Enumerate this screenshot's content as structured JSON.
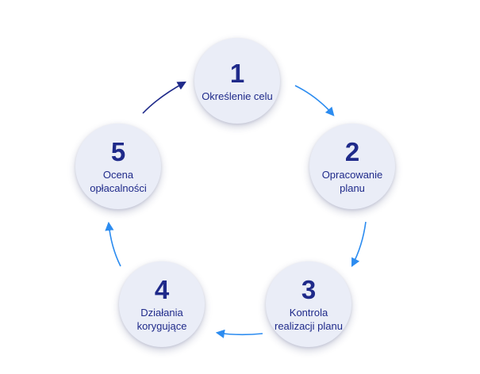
{
  "colors": {
    "accent": "#2c8cf0",
    "dark": "#1f2a8a",
    "circle": "#eaedf7"
  },
  "steps": [
    {
      "number": "1",
      "label": "Określenie celu"
    },
    {
      "number": "2",
      "label": "Opracowanie planu"
    },
    {
      "number": "3",
      "label": "Kontrola realizacji planu"
    },
    {
      "number": "4",
      "label": "Działania korygujące"
    },
    {
      "number": "5",
      "label": "Ocena opłacalności"
    }
  ]
}
